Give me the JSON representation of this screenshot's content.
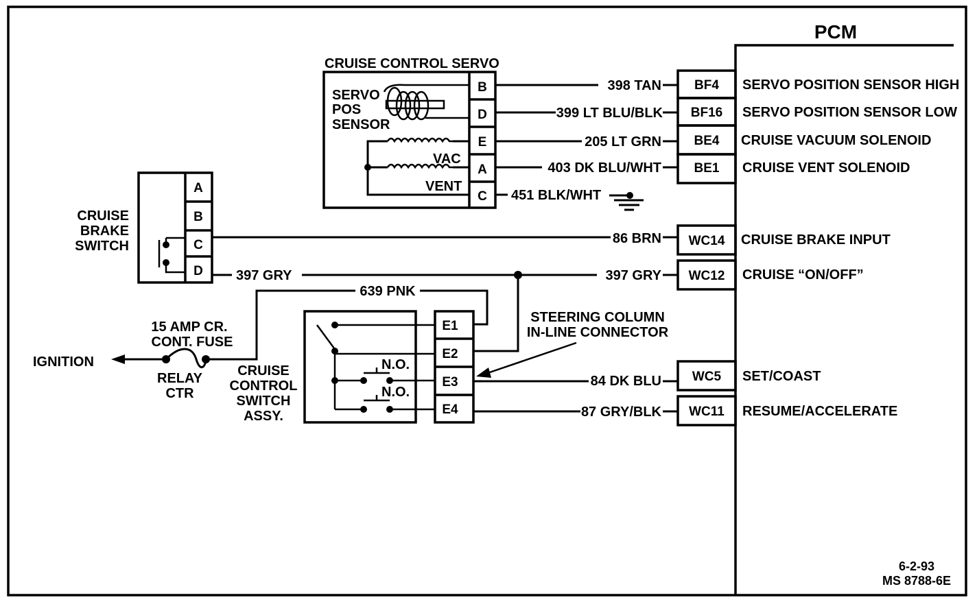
{
  "pcm": {
    "title": "PCM",
    "pins": [
      {
        "pin": "BF4",
        "function": "SERVO POSITION SENSOR HIGH",
        "wire": "398 TAN"
      },
      {
        "pin": "BF16",
        "function": "SERVO POSITION SENSOR LOW",
        "wire": "399 LT BLU/BLK"
      },
      {
        "pin": "BE4",
        "function": "CRUISE VACUUM SOLENOID",
        "wire": "205 LT GRN"
      },
      {
        "pin": "BE1",
        "function": "CRUISE VENT SOLENOID",
        "wire": "403 DK BLU/WHT"
      },
      {
        "pin": "WC14",
        "function": "CRUISE BRAKE INPUT",
        "wire": "86 BRN"
      },
      {
        "pin": "WC12",
        "function": "CRUISE “ON/OFF”",
        "wire": "397 GRY"
      },
      {
        "pin": "WC5",
        "function": "SET/COAST",
        "wire": "84 DK BLU"
      },
      {
        "pin": "WC11",
        "function": "RESUME/ACCELERATE",
        "wire": "87 GRY/BLK"
      }
    ]
  },
  "servo": {
    "title": "CRUISE CONTROL SERVO",
    "sensor_label": [
      "SERVO",
      "POS",
      "SENSOR"
    ],
    "vac_label": "VAC",
    "vent_label": "VENT",
    "pins": [
      "B",
      "D",
      "E",
      "A",
      "C"
    ],
    "ground_wire": "451 BLK/WHT"
  },
  "brake_switch": {
    "label": [
      "CRUISE",
      "BRAKE",
      "SWITCH"
    ],
    "pins": [
      "A",
      "B",
      "C",
      "D"
    ],
    "d_wire": "397 GRY"
  },
  "switch_assy": {
    "label": [
      "CRUISE",
      "CONTROL",
      "SWITCH",
      "ASSY."
    ],
    "no_labels": [
      "N.O.",
      "N.O."
    ],
    "pins": [
      "E1",
      "E2",
      "E3",
      "E4"
    ],
    "feed_wire": "639 PNK"
  },
  "fuse": {
    "label": [
      "15 AMP CR.",
      "CONT. FUSE"
    ],
    "location": [
      "RELAY",
      "CTR"
    ]
  },
  "ignition_label": "IGNITION",
  "connector_label": [
    "STEERING COLUMN",
    "IN-LINE CONNECTOR"
  ],
  "footer": {
    "date": "6-2-93",
    "code": "MS 8788-6E"
  }
}
